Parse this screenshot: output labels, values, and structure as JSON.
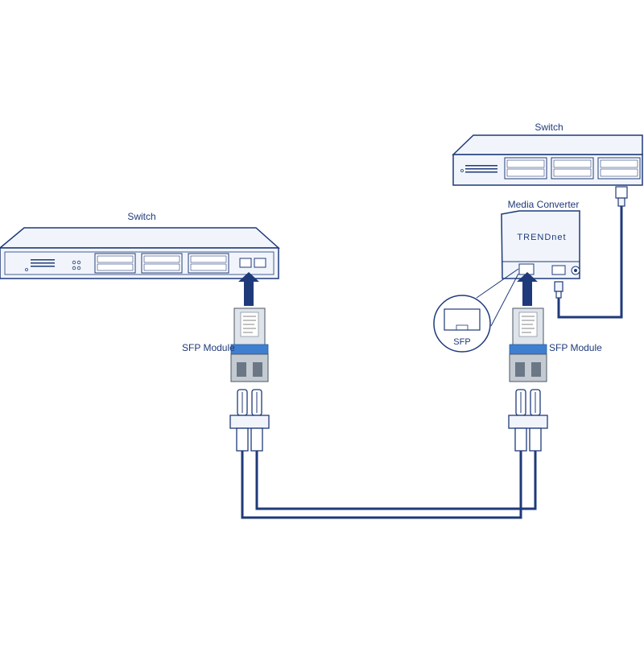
{
  "labels": {
    "left_switch": "Switch",
    "right_switch": "Switch",
    "media_converter": "Media Converter",
    "brand": "TRENDnet",
    "sfp_left": "SFP Module",
    "sfp_right": "SFP Module",
    "sfp_callout": "SFP"
  },
  "colors": {
    "line": "#1f3a7a",
    "device_fill": "#f1f5fb",
    "accent_blue": "#3e7fd0"
  },
  "icons": [
    "switch-icon",
    "media-converter-icon",
    "sfp-module-icon",
    "fiber-connector-icon",
    "ethernet-plug-icon",
    "arrow-up-icon"
  ]
}
